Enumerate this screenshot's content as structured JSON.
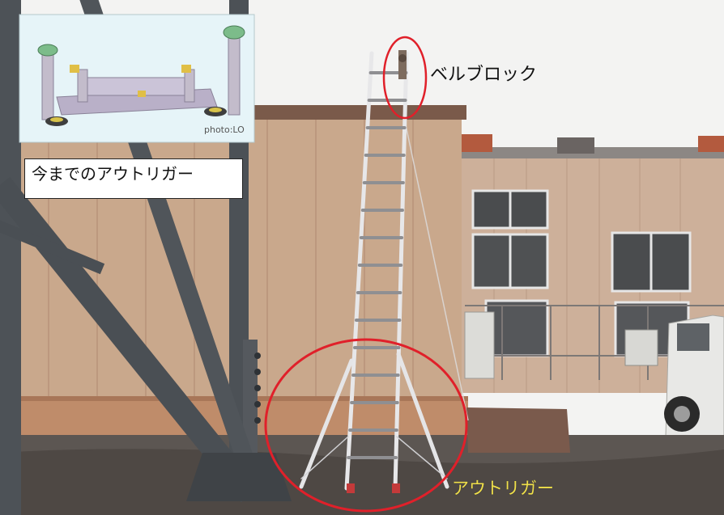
{
  "labels": {
    "old_outrigger": "今までのアウトリガー",
    "bell_block": "ベルブロック",
    "outrigger": "アウトリガー",
    "photo_credit": "photo:LO"
  },
  "colors": {
    "highlight_circle": "#e0202a",
    "outrigger_label": "#f0e04a",
    "wall": "#c9a88c",
    "sky": "#f2f2f2",
    "ground": "#5a5450"
  }
}
